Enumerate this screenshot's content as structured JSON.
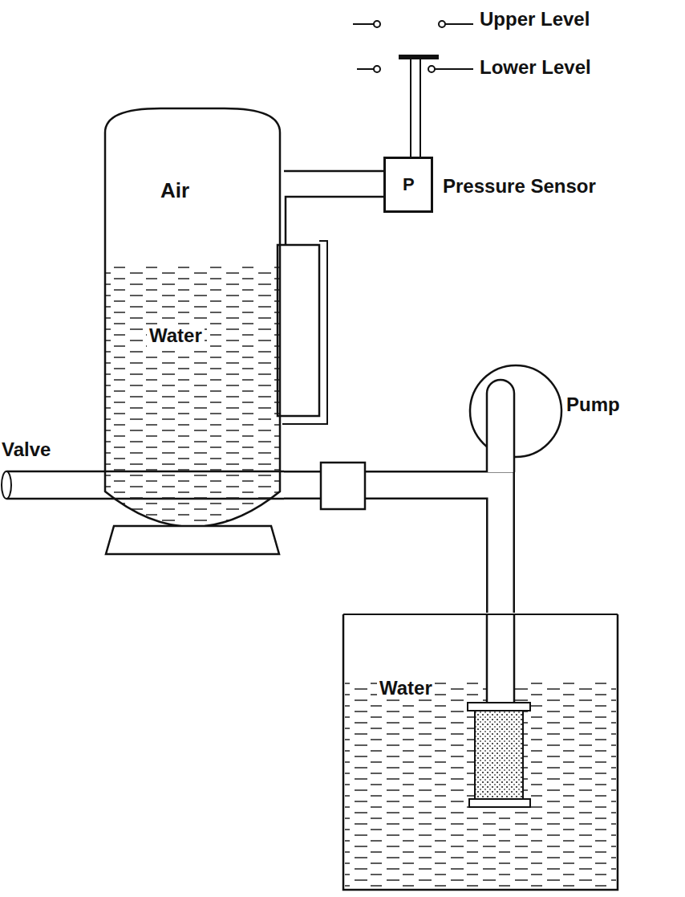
{
  "diagram": {
    "nodes": [
      {
        "text": [
          "Air",
          "Water"
        ]
      },
      {
        "text": [
          "P"
        ]
      },
      {
        "text": [
          "Water"
        ]
      }
    ],
    "edges": [
      {
        "from": 0,
        "to": 1,
        "arrow": "none"
      },
      {
        "from": 2,
        "to": 0,
        "arrow": "none"
      }
    ],
    "labels": [
      "Upper Level",
      "Lower Level",
      "Pressure Sensor",
      "Valve",
      "Pump"
    ]
  }
}
